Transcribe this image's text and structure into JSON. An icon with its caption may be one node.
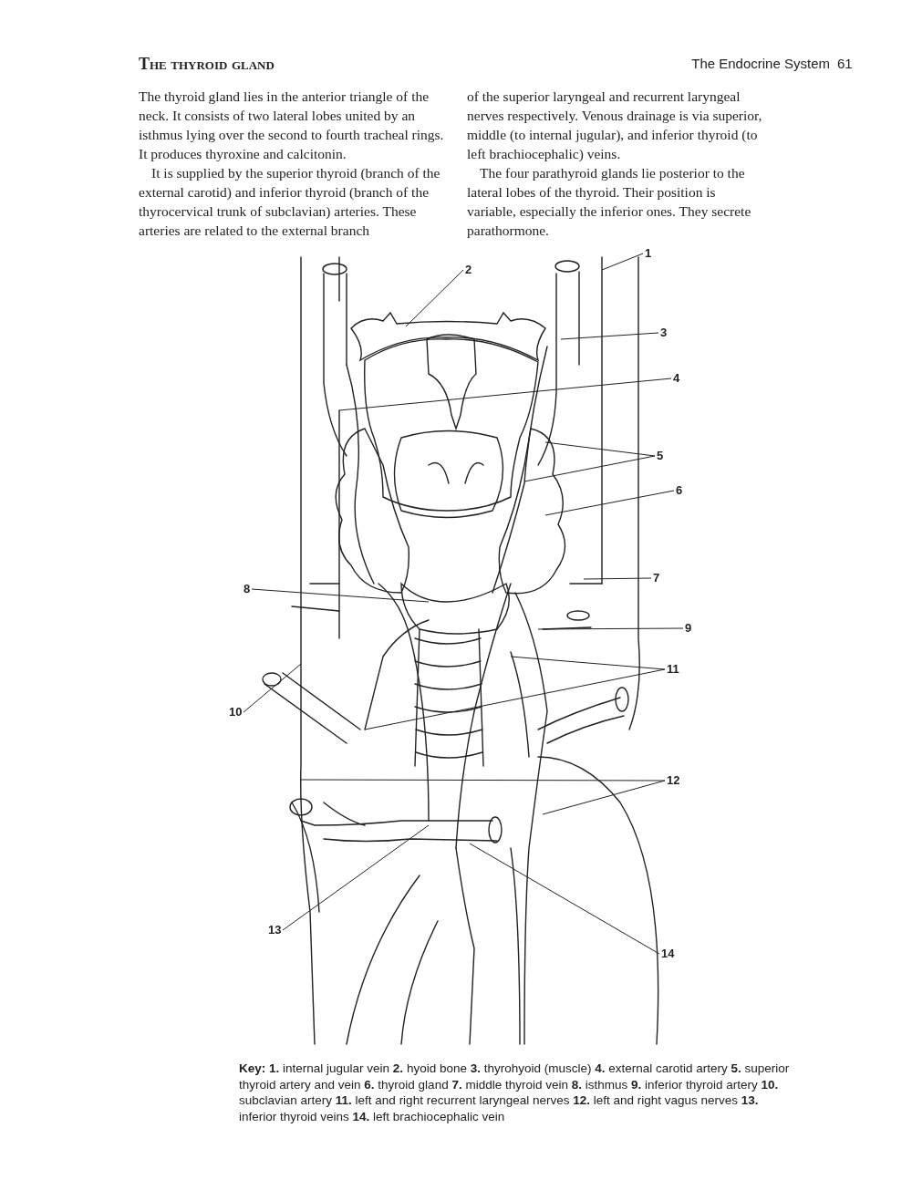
{
  "diagram": {
    "title": "The thyroid gland",
    "nodes": [
      {
        "text": [
          "1"
        ]
      },
      {
        "text": [
          "2"
        ]
      },
      {
        "text": [
          "3"
        ]
      },
      {
        "text": [
          "4"
        ]
      },
      {
        "text": [
          "5"
        ]
      },
      {
        "text": [
          "6"
        ]
      },
      {
        "text": [
          "7"
        ]
      },
      {
        "text": [
          "8"
        ]
      },
      {
        "text": [
          "9"
        ]
      },
      {
        "text": [
          "10"
        ]
      },
      {
        "text": [
          "11"
        ]
      },
      {
        "text": [
          "12"
        ]
      },
      {
        "text": [
          "13"
        ]
      },
      {
        "text": [
          "14"
        ]
      }
    ],
    "edges": [
      {
        "from": 0,
        "to": null,
        "arrow": "none"
      },
      {
        "from": 1,
        "to": null,
        "arrow": "none"
      },
      {
        "from": 2,
        "to": null,
        "arrow": "none"
      },
      {
        "from": 3,
        "to": null,
        "arrow": "none"
      },
      {
        "from": 4,
        "to": null,
        "arrow": "none"
      },
      {
        "from": 4,
        "to": null,
        "arrow": "none"
      },
      {
        "from": 5,
        "to": null,
        "arrow": "none"
      },
      {
        "from": 6,
        "to": null,
        "arrow": "none"
      },
      {
        "from": 7,
        "to": null,
        "arrow": "none"
      },
      {
        "from": 8,
        "to": null,
        "arrow": "none"
      },
      {
        "from": 9,
        "to": null,
        "arrow": "none"
      },
      {
        "from": 10,
        "to": null,
        "arrow": "none"
      },
      {
        "from": 10,
        "to": null,
        "arrow": "none"
      },
      {
        "from": 11,
        "to": null,
        "arrow": "none"
      },
      {
        "from": 11,
        "to": null,
        "arrow": "none"
      },
      {
        "from": 12,
        "to": null,
        "arrow": "none"
      },
      {
        "from": 13,
        "to": null,
        "arrow": "none"
      }
    ],
    "labels": [
      "The Endocrine System",
      "61",
      "The thyroid gland lies in the anterior triangle of the neck. It consists of two lateral lobes united by an isthmus lying over the second to fourth tracheal rings. It produces thyroxine and calcitonin.",
      "It is supplied by the superior thyroid (branch of the external carotid) and inferior thyroid (branch of the thyrocervical trunk of subclavian) arteries. These arteries are related to the external branch",
      "of the superior laryngeal and recurrent laryngeal nerves respectively. Venous drainage is via superior, middle (to internal jugular), and inferior thyroid (to left brachiocephalic) veins.",
      "The four parathyroid glands lie posterior to the lateral lobes of the thyroid. Their position is variable, especially the inferior ones. They secrete parathormone.",
      "**Key: 1.** internal jugular vein  **2.** hyoid bone  **3.** thyrohyoid (muscle)  **4.** external carotid artery  **5.** superior thyroid artery and vein  **6.** thyroid gland  **7.** middle thyroid vein  **8.** isthmus **9.** inferior thyroid artery  **10.** subclavian artery  **11.** left and right recurrent laryngeal nerves  **12.** left and right vagus nerves  **13.** inferior thyroid veins  **14.** left brachiocephalic vein"
    ]
  }
}
